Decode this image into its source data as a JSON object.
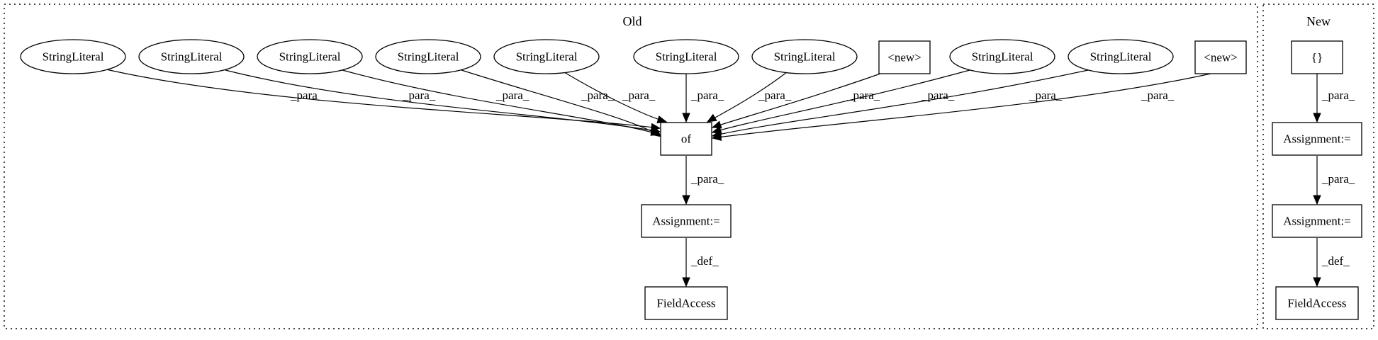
{
  "clusters": {
    "old": {
      "title": "Old"
    },
    "new": {
      "title": "New"
    }
  },
  "nodes": {
    "old_sl1": "StringLiteral",
    "old_sl2": "StringLiteral",
    "old_sl3": "StringLiteral",
    "old_sl4": "StringLiteral",
    "old_sl5": "StringLiteral",
    "old_sl6": "StringLiteral",
    "old_sl7": "StringLiteral",
    "old_new1": "<new>",
    "old_sl8": "StringLiteral",
    "old_sl9": "StringLiteral",
    "old_new2": "<new>",
    "old_of": "of",
    "old_assign": "Assignment:=",
    "old_field": "FieldAccess",
    "new_braces": "{}",
    "new_assign1": "Assignment:=",
    "new_assign2": "Assignment:=",
    "new_field": "FieldAccess"
  },
  "edges": [
    {
      "from": "old_sl1",
      "to": "old_of",
      "label": "_para_"
    },
    {
      "from": "old_sl2",
      "to": "old_of",
      "label": "_para_"
    },
    {
      "from": "old_sl3",
      "to": "old_of",
      "label": "_para_"
    },
    {
      "from": "old_sl4",
      "to": "old_of",
      "label": "_para_"
    },
    {
      "from": "old_sl5",
      "to": "old_of",
      "label": "_para_"
    },
    {
      "from": "old_sl6",
      "to": "old_of",
      "label": "_para_"
    },
    {
      "from": "old_sl7",
      "to": "old_of",
      "label": "_para_"
    },
    {
      "from": "old_new1",
      "to": "old_of",
      "label": "_para_"
    },
    {
      "from": "old_sl8",
      "to": "old_of",
      "label": "_para_"
    },
    {
      "from": "old_sl9",
      "to": "old_of",
      "label": "_para_"
    },
    {
      "from": "old_new2",
      "to": "old_of",
      "label": "_para_"
    },
    {
      "from": "old_of",
      "to": "old_assign",
      "label": "_para_"
    },
    {
      "from": "old_assign",
      "to": "old_field",
      "label": "_def_"
    },
    {
      "from": "new_braces",
      "to": "new_assign1",
      "label": "_para_"
    },
    {
      "from": "new_assign1",
      "to": "new_assign2",
      "label": "_para_"
    },
    {
      "from": "new_assign2",
      "to": "new_field",
      "label": "_def_"
    }
  ]
}
